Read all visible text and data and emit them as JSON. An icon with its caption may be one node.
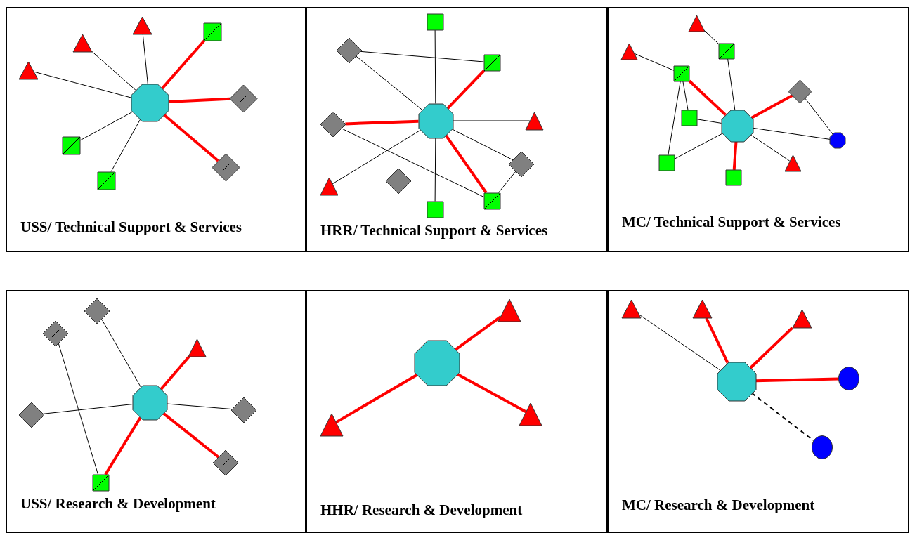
{
  "diagram": {
    "nodes": [
      {
        "text": [
          "USS/ Technical Support & Services"
        ]
      },
      {
        "text": [],
        "shape": "triangle",
        "in": 0
      },
      {
        "text": [],
        "shape": "square",
        "in": 0
      },
      {
        "text": [],
        "shape": "triangle",
        "in": 0
      },
      {
        "text": [],
        "shape": "triangle",
        "in": 0
      },
      {
        "text": [],
        "shape": "diamond",
        "in": 0
      },
      {
        "text": [],
        "shape": "octagon",
        "in": 0
      },
      {
        "text": [],
        "shape": "square",
        "in": 0
      },
      {
        "text": [],
        "shape": "diamond",
        "in": 0
      },
      {
        "text": [],
        "shape": "square",
        "in": 0
      },
      {
        "text": [
          "HRR/ Technical Support & Services"
        ]
      },
      {
        "text": [],
        "shape": "square",
        "in": 10
      },
      {
        "text": [],
        "shape": "diamond",
        "in": 10
      },
      {
        "text": [],
        "shape": "square",
        "in": 10
      },
      {
        "text": [],
        "shape": "octagon",
        "in": 10
      },
      {
        "text": [],
        "shape": "diamond",
        "in": 10
      },
      {
        "text": [],
        "shape": "triangle",
        "in": 10
      },
      {
        "text": [],
        "shape": "diamond",
        "in": 10
      },
      {
        "text": [],
        "shape": "diamond",
        "in": 10
      },
      {
        "text": [],
        "shape": "triangle",
        "in": 10
      },
      {
        "text": [],
        "shape": "square",
        "in": 10
      },
      {
        "text": [],
        "shape": "square",
        "in": 10
      },
      {
        "text": [
          "MC/ Technical Support & Services"
        ]
      },
      {
        "text": [],
        "shape": "triangle",
        "in": 22
      },
      {
        "text": [],
        "shape": "square",
        "in": 22
      },
      {
        "text": [],
        "shape": "triangle",
        "in": 22
      },
      {
        "text": [],
        "shape": "square",
        "in": 22
      },
      {
        "text": [],
        "shape": "diamond",
        "in": 22
      },
      {
        "text": [],
        "shape": "square",
        "in": 22
      },
      {
        "text": [],
        "shape": "octagon",
        "in": 22
      },
      {
        "text": [],
        "shape": "octagon",
        "in": 22
      },
      {
        "text": [],
        "shape": "square",
        "in": 22
      },
      {
        "text": [],
        "shape": "triangle",
        "in": 22
      },
      {
        "text": [],
        "shape": "square",
        "in": 22
      },
      {
        "text": [
          "USS/ Research & Development"
        ]
      },
      {
        "text": [],
        "shape": "diamond",
        "in": 34
      },
      {
        "text": [],
        "shape": "diamond",
        "in": 34
      },
      {
        "text": [],
        "shape": "triangle",
        "in": 34
      },
      {
        "text": [],
        "shape": "octagon",
        "in": 34
      },
      {
        "text": [],
        "shape": "diamond",
        "in": 34
      },
      {
        "text": [],
        "shape": "diamond",
        "in": 34
      },
      {
        "text": [],
        "shape": "diamond",
        "in": 34
      },
      {
        "text": [],
        "shape": "square",
        "in": 34
      },
      {
        "text": [
          "HHR/ Research & Development"
        ]
      },
      {
        "text": [],
        "shape": "triangle",
        "in": 43
      },
      {
        "text": [],
        "shape": "octagon",
        "in": 43
      },
      {
        "text": [],
        "shape": "triangle",
        "in": 43
      },
      {
        "text": [],
        "shape": "triangle",
        "in": 43
      },
      {
        "text": [
          "MC/ Research & Development"
        ]
      },
      {
        "text": [],
        "shape": "triangle",
        "in": 48
      },
      {
        "text": [],
        "shape": "triangle",
        "in": 48
      },
      {
        "text": [],
        "shape": "triangle",
        "in": 48
      },
      {
        "text": [],
        "shape": "octagon",
        "in": 48
      },
      {
        "text": [],
        "shape": "circle",
        "in": 48
      },
      {
        "text": [],
        "shape": "circle",
        "in": 48
      }
    ],
    "edges": [
      {
        "from": 6,
        "to": 1,
        "arrow": "none"
      },
      {
        "from": 6,
        "to": 2,
        "arrow": "none",
        "style": "thick",
        "color": "#ff0000"
      },
      {
        "from": 6,
        "to": 3,
        "arrow": "none"
      },
      {
        "from": 6,
        "to": 4,
        "arrow": "none"
      },
      {
        "from": 6,
        "to": 5,
        "arrow": "none",
        "style": "thick",
        "color": "#ff0000"
      },
      {
        "from": 6,
        "to": 7,
        "arrow": "none"
      },
      {
        "from": 6,
        "to": 8,
        "arrow": "none",
        "style": "thick",
        "color": "#ff0000"
      },
      {
        "from": 6,
        "to": 9,
        "arrow": "none"
      },
      {
        "from": 14,
        "to": 11,
        "arrow": "none"
      },
      {
        "from": 12,
        "to": 14,
        "arrow": "none"
      },
      {
        "from": 12,
        "to": 13,
        "arrow": "none"
      },
      {
        "from": 14,
        "to": 13,
        "arrow": "none",
        "style": "thick",
        "color": "#ff0000"
      },
      {
        "from": 15,
        "to": 14,
        "arrow": "none",
        "style": "thick",
        "color": "#ff0000"
      },
      {
        "from": 14,
        "to": 16,
        "arrow": "none"
      },
      {
        "from": 14,
        "to": 17,
        "arrow": "none"
      },
      {
        "from": 17,
        "to": 20,
        "arrow": "none"
      },
      {
        "from": 14,
        "to": 20,
        "arrow": "none",
        "style": "thick",
        "color": "#ff0000"
      },
      {
        "from": 15,
        "to": 20,
        "arrow": "none"
      },
      {
        "from": 14,
        "to": 19,
        "arrow": "none"
      },
      {
        "from": 14,
        "to": 21,
        "arrow": "none"
      },
      {
        "from": 23,
        "to": 24,
        "arrow": "none"
      },
      {
        "from": 25,
        "to": 26,
        "arrow": "none"
      },
      {
        "from": 24,
        "to": 29,
        "arrow": "none"
      },
      {
        "from": 26,
        "to": 29,
        "arrow": "none",
        "style": "thick",
        "color": "#ff0000"
      },
      {
        "from": 26,
        "to": 28,
        "arrow": "none"
      },
      {
        "from": 26,
        "to": 31,
        "arrow": "none"
      },
      {
        "from": 29,
        "to": 27,
        "arrow": "none",
        "style": "thick",
        "color": "#ff0000"
      },
      {
        "from": 27,
        "to": 30,
        "arrow": "none"
      },
      {
        "from": 28,
        "to": 29,
        "arrow": "none"
      },
      {
        "from": 29,
        "to": 30,
        "arrow": "none"
      },
      {
        "from": 31,
        "to": 29,
        "arrow": "none"
      },
      {
        "from": 29,
        "to": 32,
        "arrow": "none"
      },
      {
        "from": 29,
        "to": 33,
        "arrow": "none",
        "style": "thick",
        "color": "#ff0000"
      },
      {
        "from": 35,
        "to": 38,
        "arrow": "none"
      },
      {
        "from": 36,
        "to": 42,
        "arrow": "none"
      },
      {
        "from": 38,
        "to": 37,
        "arrow": "none",
        "style": "thick",
        "color": "#ff0000"
      },
      {
        "from": 40,
        "to": 38,
        "arrow": "none"
      },
      {
        "from": 38,
        "to": 39,
        "arrow": "none"
      },
      {
        "from": 38,
        "to": 41,
        "arrow": "none",
        "style": "thick",
        "color": "#ff0000"
      },
      {
        "from": 38,
        "to": 42,
        "arrow": "none",
        "style": "thick",
        "color": "#ff0000"
      },
      {
        "from": 45,
        "to": 44,
        "arrow": "none",
        "style": "thick",
        "color": "#ff0000"
      },
      {
        "from": 45,
        "to": 46,
        "arrow": "none",
        "style": "thick",
        "color": "#ff0000"
      },
      {
        "from": 45,
        "to": 47,
        "arrow": "none",
        "style": "thick",
        "color": "#ff0000"
      },
      {
        "from": 49,
        "to": 52,
        "arrow": "none"
      },
      {
        "from": 50,
        "to": 52,
        "arrow": "none",
        "style": "thick",
        "color": "#ff0000"
      },
      {
        "from": 51,
        "to": 52,
        "arrow": "none",
        "style": "thick",
        "color": "#ff0000"
      },
      {
        "from": 52,
        "to": 53,
        "arrow": "none",
        "style": "thick",
        "color": "#ff0000"
      },
      {
        "from": 52,
        "to": 54,
        "arrow": "none",
        "style": "dashed"
      }
    ]
  }
}
